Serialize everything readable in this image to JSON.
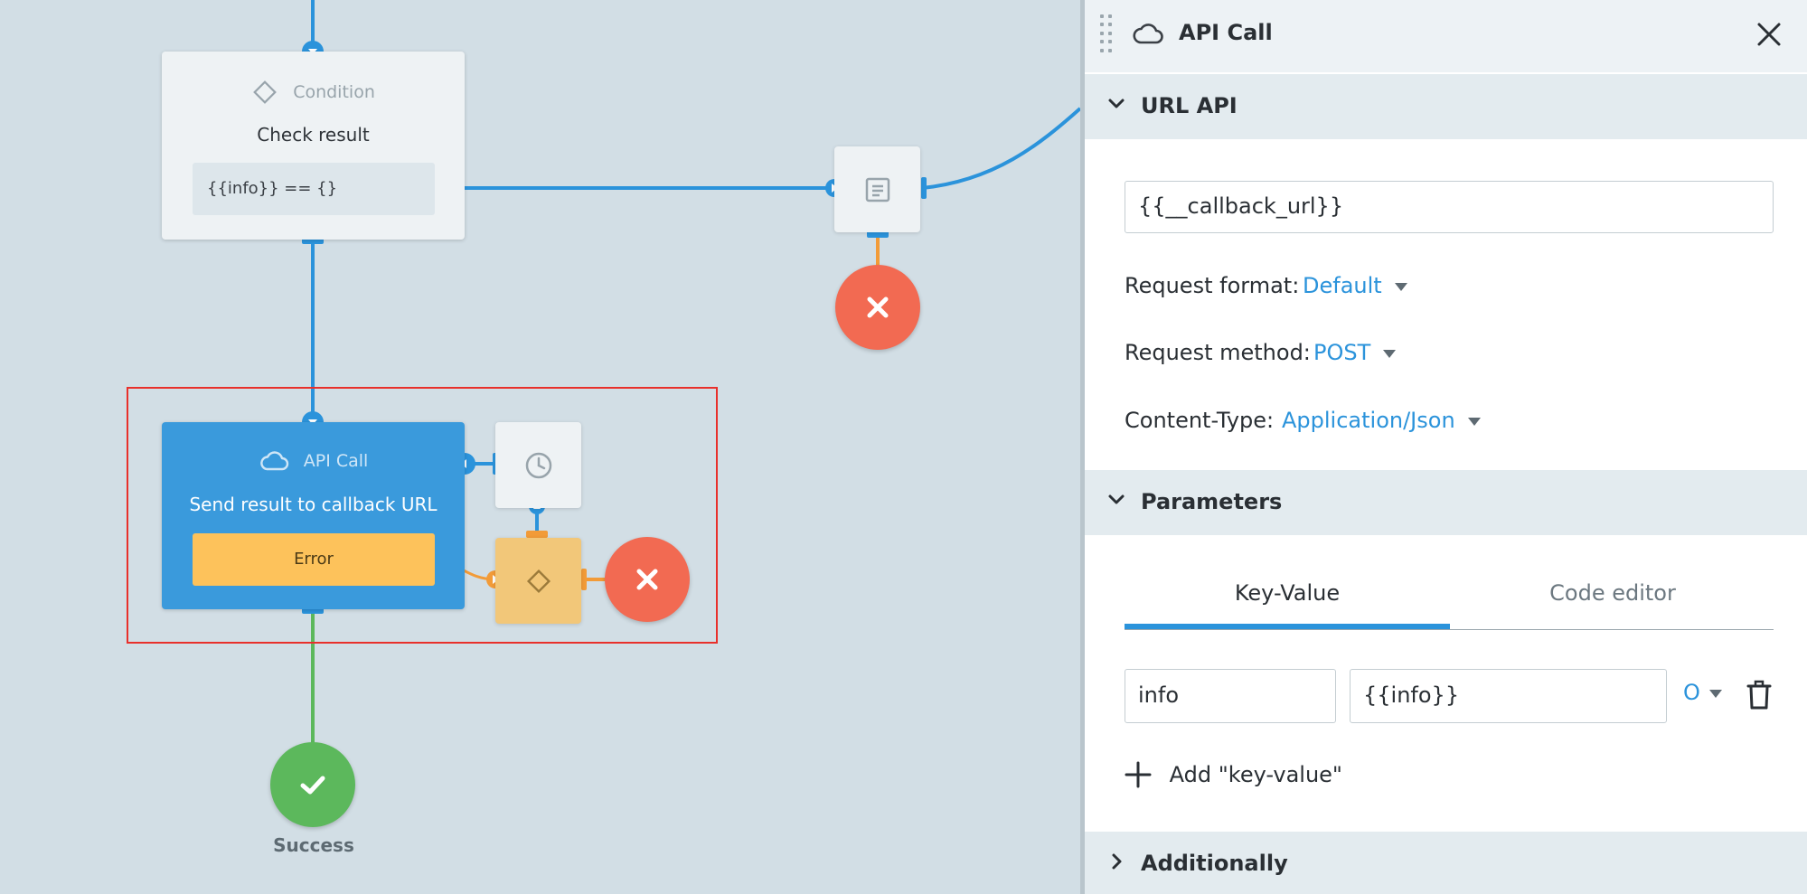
{
  "canvas": {
    "condition_node": {
      "type_label": "Condition",
      "title": "Check result",
      "expression": "{{info}} == {}"
    },
    "api_node": {
      "type_label": "API Call",
      "title": "Send result to callback URL",
      "error_label": "Error"
    },
    "success_label": "Success"
  },
  "panel": {
    "title": "API Call",
    "url_section": {
      "label": "URL API",
      "url_value": "{{__callback_url}}",
      "request_format": {
        "label": "Request format:",
        "value": "Default"
      },
      "request_method": {
        "label": "Request method:",
        "value": "POST"
      },
      "content_type": {
        "label": "Content-Type:",
        "value": "Application/Json"
      }
    },
    "parameters_section": {
      "label": "Parameters",
      "tabs": [
        {
          "label": "Key-Value",
          "active": true
        },
        {
          "label": "Code editor",
          "active": false
        }
      ],
      "rows": [
        {
          "key": "info",
          "value": "{{info}}",
          "type": "O"
        }
      ],
      "add_label": "Add \"key-value\""
    },
    "additionally_section": {
      "label": "Additionally"
    }
  },
  "colors": {
    "canvas_bg": "#d2dee5",
    "edge_blue": "#2b93db",
    "edge_orange": "#f29b38",
    "edge_green": "#5cb85c",
    "api_node": "#3a9adc",
    "error_box": "#fdc25b",
    "fail_red": "#f26a52",
    "success_green": "#5cb85c",
    "accent": "#2b93db",
    "selection": "#e8302b"
  },
  "icons": [
    "diamond-icon",
    "cloud-icon",
    "clock-icon",
    "document-icon",
    "close-icon",
    "check-icon",
    "chevron-down-icon",
    "chevron-right-icon",
    "plus-icon",
    "trash-icon",
    "drag-handle-icon"
  ]
}
